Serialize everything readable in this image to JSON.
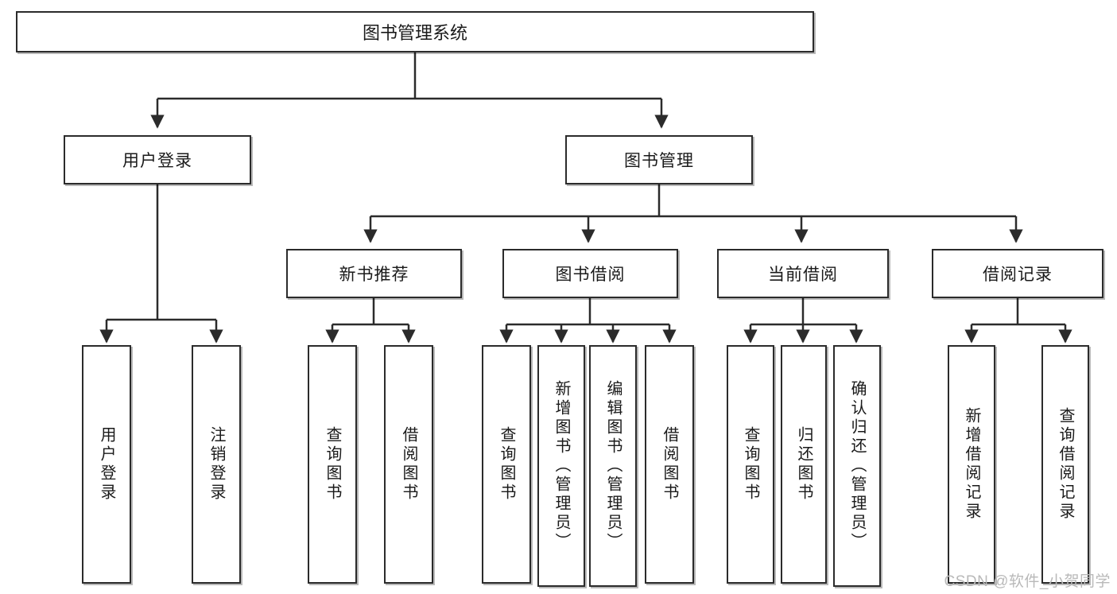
{
  "diagram": {
    "title": "图书管理系统",
    "type": "tree-hierarchy-diagram",
    "watermark": "CSDN @软件_小贺同学",
    "colors": {
      "border": "#2b2b2b",
      "background": "#ffffff",
      "text": "#1a1a1a",
      "watermark": "#b9b9b9"
    },
    "levels": {
      "level1": [
        {
          "id": "root",
          "label": "图书管理系统"
        }
      ],
      "level2": [
        {
          "id": "user-login",
          "label": "用户登录"
        },
        {
          "id": "book-manage",
          "label": "图书管理"
        }
      ],
      "level3": [
        {
          "id": "new-book-rec",
          "label": "新书推荐"
        },
        {
          "id": "book-borrow",
          "label": "图书借阅"
        },
        {
          "id": "current-borrow",
          "label": "当前借阅"
        },
        {
          "id": "borrow-record",
          "label": "借阅记录"
        }
      ],
      "leaves": [
        {
          "id": "leaf-user-login",
          "label": "用户登录",
          "parent": "user-login"
        },
        {
          "id": "leaf-user-logout",
          "label": "注销登录",
          "parent": "user-login"
        },
        {
          "id": "leaf-query-book-1",
          "label": "查询图书",
          "parent": "new-book-rec"
        },
        {
          "id": "leaf-borrow-book-1",
          "label": "借阅图书",
          "parent": "new-book-rec"
        },
        {
          "id": "leaf-query-book-2",
          "label": "查询图书",
          "parent": "book-borrow"
        },
        {
          "id": "leaf-add-book",
          "label": "新增图书（管理员）",
          "parent": "book-borrow"
        },
        {
          "id": "leaf-edit-book",
          "label": "编辑图书（管理员）",
          "parent": "book-borrow"
        },
        {
          "id": "leaf-borrow-book-2",
          "label": "借阅图书",
          "parent": "book-borrow"
        },
        {
          "id": "leaf-query-book-3",
          "label": "查询图书",
          "parent": "current-borrow"
        },
        {
          "id": "leaf-return-book",
          "label": "归还图书",
          "parent": "current-borrow"
        },
        {
          "id": "leaf-confirm-return",
          "label": "确认归还（管理员）",
          "parent": "current-borrow"
        },
        {
          "id": "leaf-add-record",
          "label": "新增借阅记录",
          "parent": "borrow-record"
        },
        {
          "id": "leaf-query-record",
          "label": "查询借阅记录",
          "parent": "borrow-record"
        }
      ]
    }
  }
}
